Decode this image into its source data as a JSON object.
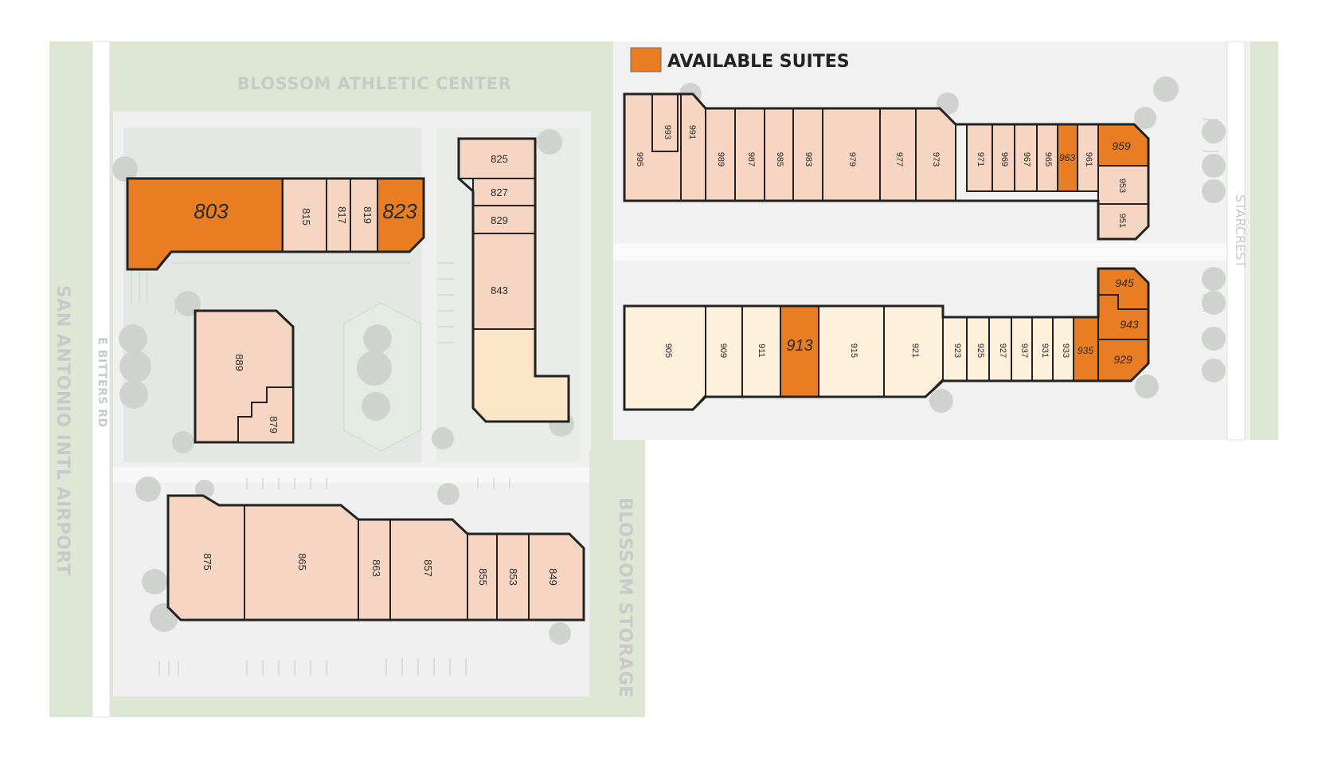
{
  "legend": {
    "label": "AVAILABLE SUITES",
    "color": "#e87d23"
  },
  "colors": {
    "available": "#e87d23",
    "leased": "#f6d5c3",
    "pending": "#fbe7c8",
    "light": "#fdf1dc",
    "green": "#dde7d4",
    "lot": "#eff0ef",
    "tree": "#cfd2cf"
  },
  "labels": {
    "blossom_athletic": "BLOSSOM ATHLETIC CENTER",
    "airport": "SAN ANTONIO INTL AIRPORT",
    "bitters": "E BITTERS RD",
    "storage": "BLOSSOM STORAGE",
    "starcrest": "STARCREST"
  },
  "suites": {
    "s803": "803",
    "s815": "815",
    "s817": "817",
    "s819": "819",
    "s823": "823",
    "s825": "825",
    "s827": "827",
    "s829": "829",
    "s843": "843",
    "s889": "889",
    "s879": "879",
    "s875": "875",
    "s865": "865",
    "s863": "863",
    "s857": "857",
    "s855": "855",
    "s853": "853",
    "s849": "849",
    "s995": "995",
    "s993": "993",
    "s991": "991",
    "s989": "989",
    "s987": "987",
    "s985": "985",
    "s983": "983",
    "s979": "979",
    "s977": "977",
    "s973": "973",
    "s971": "971",
    "s969": "969",
    "s967": "967",
    "s965": "965",
    "s963": "963",
    "s961": "961",
    "s959": "959",
    "s953": "953",
    "s951": "951",
    "s905": "905",
    "s909": "909",
    "s911": "911",
    "s913": "913",
    "s915": "915",
    "s921": "921",
    "s923": "923",
    "s925": "925",
    "s927": "927",
    "s937": "937",
    "s931": "931",
    "s933": "933",
    "s935": "935",
    "s945": "945",
    "s943": "943",
    "s929": "929"
  }
}
